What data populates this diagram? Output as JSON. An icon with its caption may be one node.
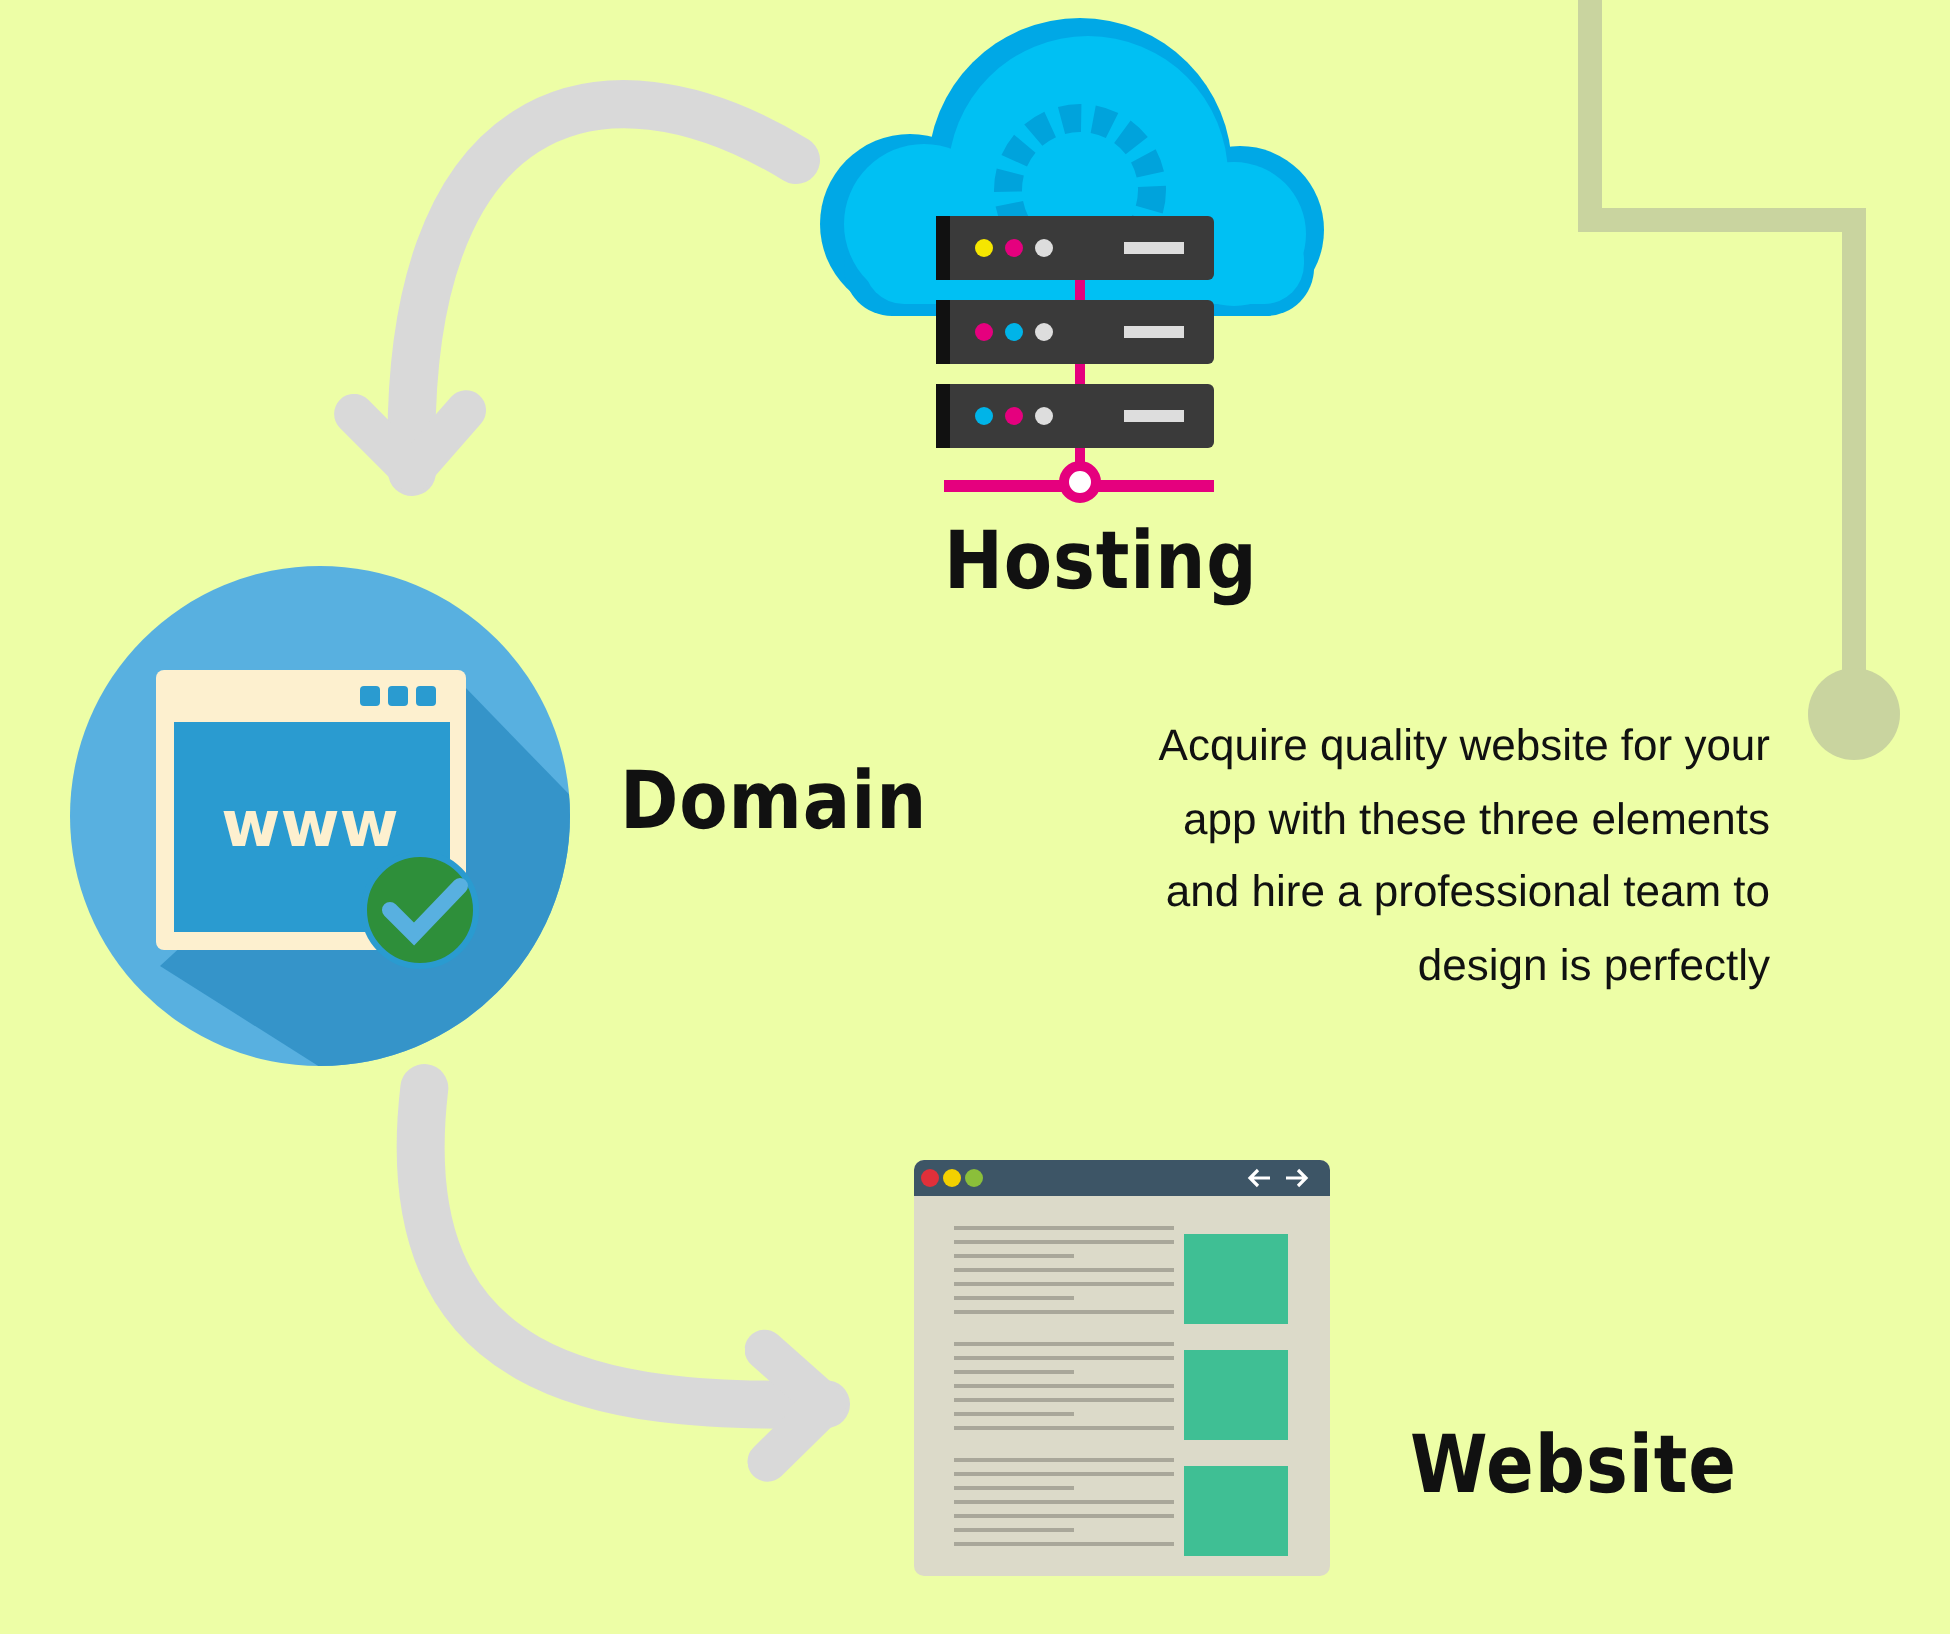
{
  "diagram": {
    "nodes": [
      {
        "text": [
          "Hosting"
        ]
      },
      {
        "text": [
          "Domain"
        ]
      },
      {
        "text": [
          "Website"
        ]
      }
    ],
    "edges": [
      {
        "from": 0,
        "to": 1,
        "arrow": "to"
      },
      {
        "from": 1,
        "to": 2,
        "arrow": "to"
      }
    ],
    "labels": [
      "Acquire quality website for your app with these three elements and hire a professional team to design is perfectly",
      "www"
    ]
  }
}
